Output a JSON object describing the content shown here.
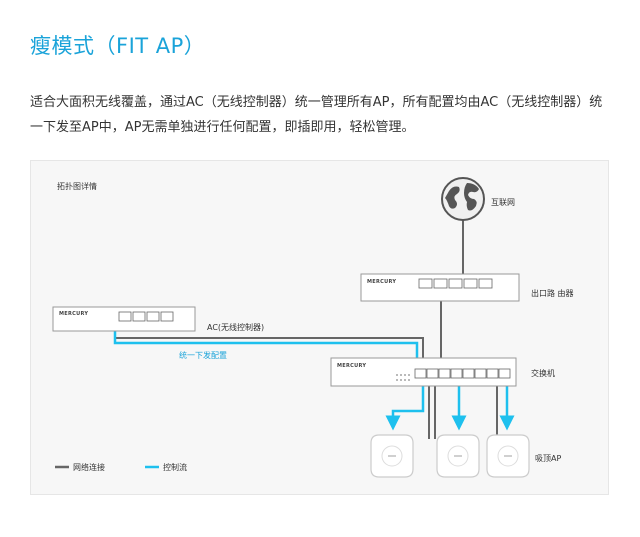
{
  "page": {
    "title": "瘦模式（FIT AP）",
    "description": "适合大面积无线覆盖，通过AC（无线控制器）统一管理所有AP，所有配置均由AC（无线控制器）统一下发至AP中，AP无需单独进行任何配置，即插即用，轻松管理。"
  },
  "diagram": {
    "heading": "拓扑图详情",
    "internet_label": "互联网",
    "router_label": "出口路 由器",
    "ac_label": "AC(无线控制器)",
    "switch_label": "交换机",
    "ap_label": "吸顶AP",
    "config_flow_label": "统一下发配置",
    "brand": "MERCURY",
    "legend": {
      "network": "网络连接",
      "control": "控制流"
    },
    "colors": {
      "network_line": "#666666",
      "control_line": "#1ec0ee",
      "title": "#1aa3d9"
    }
  }
}
